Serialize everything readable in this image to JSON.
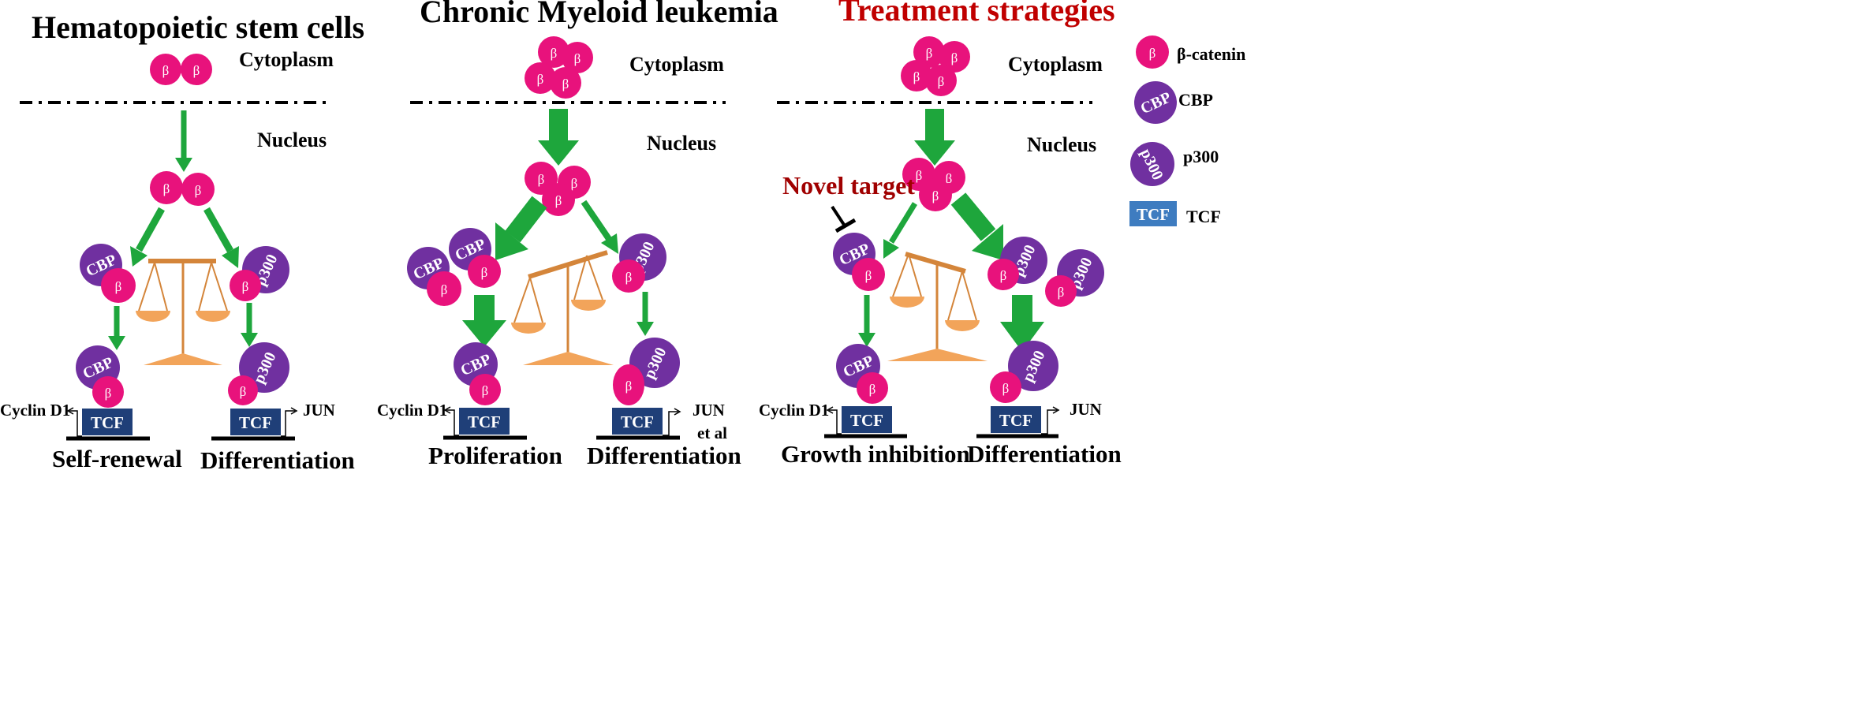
{
  "colors": {
    "beta": "#e8127c",
    "beta_dark": "#c20064",
    "cbp": "#7030a0",
    "tcf": "#1f3f78",
    "tcf_legend": "#3e7cc0",
    "arrow": "#1ea63c",
    "scale": "#d4853a",
    "scale_pan": "#f2a45a",
    "title_red": "#c00000",
    "dash": "#000000"
  },
  "labels": {
    "beta_symbol": "β",
    "cbp": "CBP",
    "p300": "p300",
    "tcf": "TCF",
    "cytoplasm": "Cytoplasm",
    "nucleus": "Nucleus"
  },
  "panels": [
    {
      "title": "Hematopoietic stem cells",
      "left_gene": "Cyclin D1",
      "right_gene": "JUN",
      "right_gene_extra": "",
      "left_outcome": "Self-renewal",
      "right_outcome": "Differentiation"
    },
    {
      "title": "Chronic Myeloid leukemia",
      "left_gene": "Cyclin D1",
      "right_gene": "JUN",
      "right_gene_extra": "et al",
      "left_outcome": "Proliferation",
      "right_outcome": "Differentiation"
    },
    {
      "title": "Treatment strategies",
      "annotation": "Novel target",
      "left_gene": "Cyclin D1",
      "right_gene": "JUN",
      "right_gene_extra": "",
      "left_outcome": "Growth inhibition",
      "right_outcome": "Differentiation"
    }
  ],
  "legend": [
    {
      "icon": "beta-catenin",
      "label": "β-catenin"
    },
    {
      "icon": "cbp",
      "label": "CBP"
    },
    {
      "icon": "p300",
      "label": "p300"
    },
    {
      "icon": "tcf",
      "label": "TCF"
    }
  ]
}
